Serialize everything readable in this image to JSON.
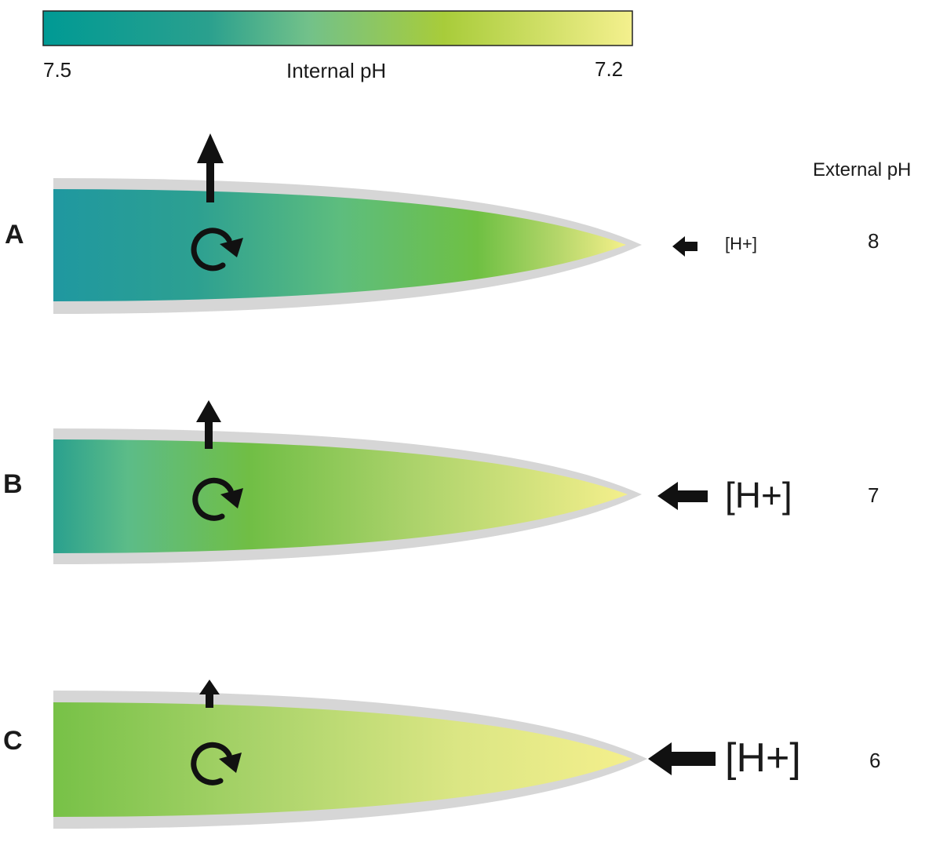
{
  "scale": {
    "min_label": "7.5",
    "max_label": "7.2",
    "title": "Internal pH",
    "colors": [
      "#009a94",
      "#2aa08e",
      "#72c18a",
      "#a8cc3a",
      "#f4f08e"
    ]
  },
  "external_header": "External pH",
  "rows": [
    {
      "letter": "A",
      "h_label": "[H+]",
      "external_ph": "8"
    },
    {
      "letter": "B",
      "h_label": "[H+]",
      "external_ph": "7"
    },
    {
      "letter": "C",
      "h_label": "[H+]",
      "external_ph": "6"
    }
  ],
  "colors": {
    "membrane": "#d6d6d6",
    "arrow": "#111111"
  }
}
